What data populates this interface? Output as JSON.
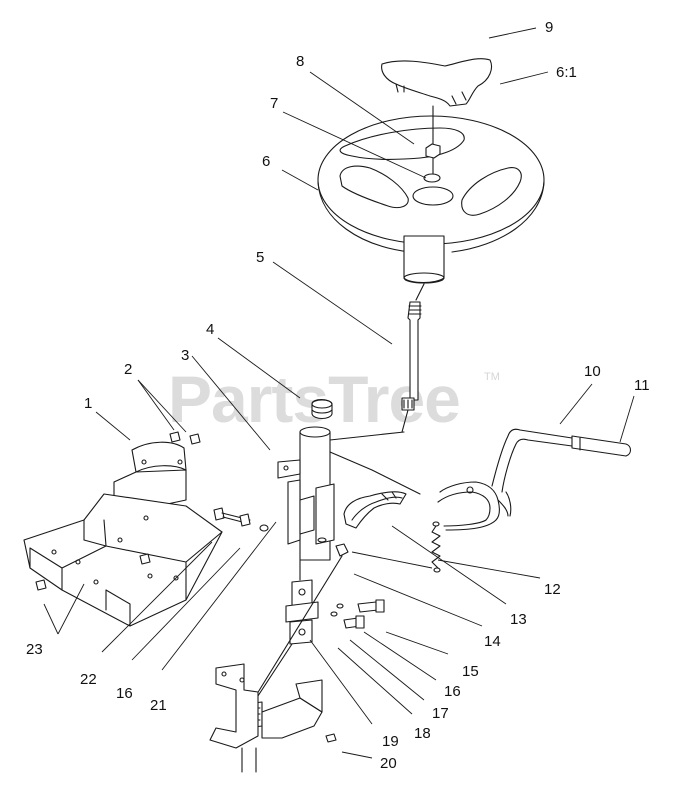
{
  "watermark": {
    "text": "PartsTree",
    "trademark": "TM"
  },
  "callouts": {
    "c1": "1",
    "c2": "2",
    "c3": "3",
    "c4": "4",
    "c5": "5",
    "c6": "6",
    "c6_1": "6:1",
    "c7": "7",
    "c8": "8",
    "c9": "9",
    "c10": "10",
    "c11": "11",
    "c12": "12",
    "c13": "13",
    "c14": "14",
    "c15": "15",
    "c16a": "16",
    "c16b": "16",
    "c17": "17",
    "c18": "18",
    "c19": "19",
    "c20": "20",
    "c21": "21",
    "c22": "22",
    "c23": "23"
  },
  "colors": {
    "line": "#1a1a1a",
    "watermark": "#dcdcdc",
    "background": "#ffffff"
  }
}
